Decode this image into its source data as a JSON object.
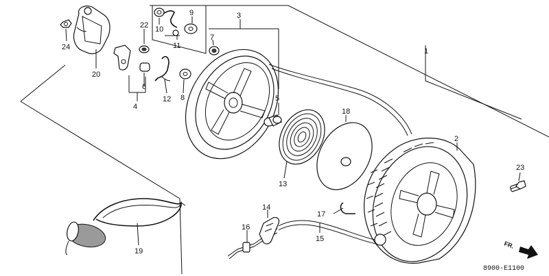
{
  "diagram": {
    "diagram_code": "8900-E1100",
    "direction_label": "FR.",
    "parts": [
      {
        "num": "1",
        "name": "part-1-recoil-assembly"
      },
      {
        "num": "2",
        "name": "part-2-starter-case"
      },
      {
        "num": "3",
        "name": "part-3-reel"
      },
      {
        "num": "4",
        "name": "part-4-ratchet-set"
      },
      {
        "num": "5",
        "name": "part-5-reel-set"
      },
      {
        "num": "6",
        "name": "part-6-collar"
      },
      {
        "num": "7",
        "name": "part-7-bushing"
      },
      {
        "num": "8",
        "name": "part-8-washer"
      },
      {
        "num": "9",
        "name": "part-9-washer"
      },
      {
        "num": "10",
        "name": "part-10-spring"
      },
      {
        "num": "11",
        "name": "part-11-nut"
      },
      {
        "num": "12",
        "name": "part-12-spring"
      },
      {
        "num": "13",
        "name": "part-13-recoil-spring"
      },
      {
        "num": "14",
        "name": "part-14-knob"
      },
      {
        "num": "15",
        "name": "part-15-rope"
      },
      {
        "num": "16",
        "name": "part-16-grip"
      },
      {
        "num": "17",
        "name": "part-17-clip"
      },
      {
        "num": "18",
        "name": "part-18-plate"
      },
      {
        "num": "19",
        "name": "part-19-rope-assembly"
      },
      {
        "num": "20",
        "name": "part-20-cover"
      },
      {
        "num": "22",
        "name": "part-22-nut"
      },
      {
        "num": "23",
        "name": "part-23-bolt"
      },
      {
        "num": "24",
        "name": "part-24-nut"
      }
    ]
  }
}
